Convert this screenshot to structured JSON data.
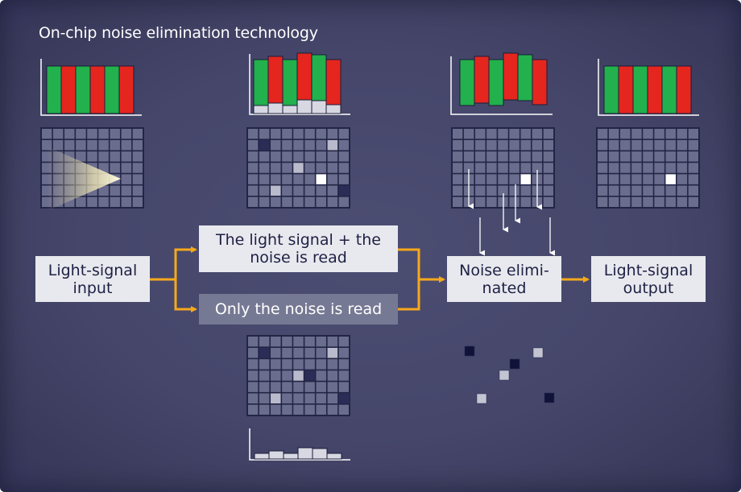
{
  "title": "On-chip noise elimination technology",
  "boxes": {
    "light_signal_input": "Light-signal\ninput",
    "signal_plus_noise": "The light signal + the\nnoise is read",
    "only_noise": "Only the noise is read",
    "noise_eliminated": "Noise elimi-\nnated",
    "light_signal_output": "Light-signal\noutput"
  },
  "colors": {
    "background": "#45466a",
    "grid_cell": "#6b6d8e",
    "grid_line": "#232545",
    "bar_green": "#22b14c",
    "bar_red": "#e5261e",
    "noise_bar": "#d7d8e2",
    "arrow_orange": "#f5a81c",
    "box_light": "#e8e9ee",
    "box_dark": "#767993"
  }
}
